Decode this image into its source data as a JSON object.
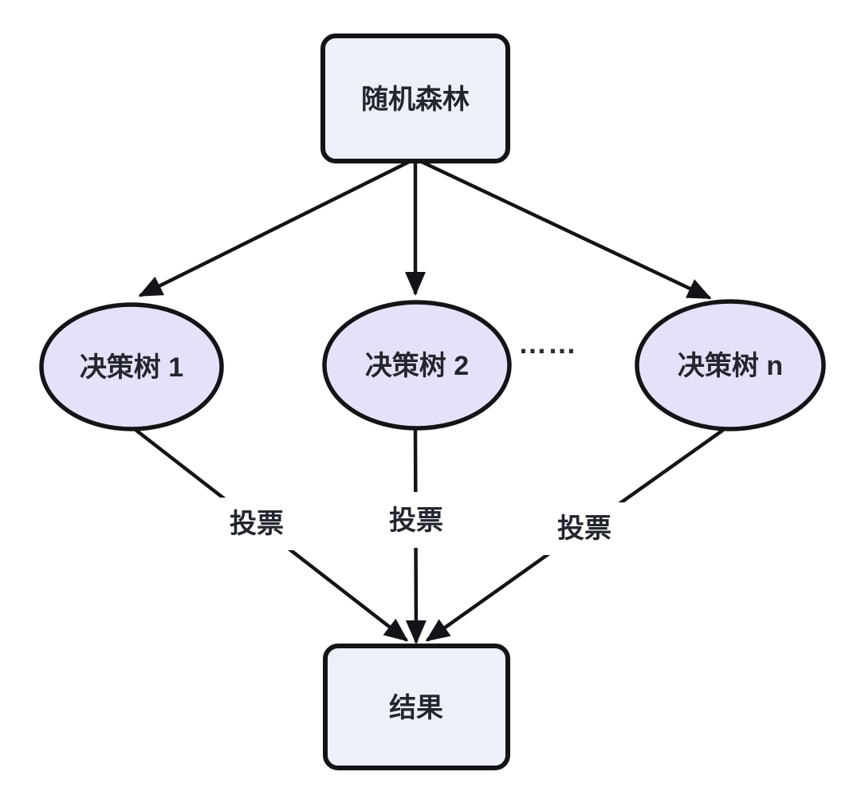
{
  "diagram": {
    "colors": {
      "background": "#ffffff",
      "node_box_fill": "#edf0f8",
      "node_ellipse_fill": "#e5e1f8",
      "node_border": "#141418",
      "edge_color": "#141418",
      "text_color": "#23262e"
    },
    "nodes": {
      "root": {
        "label": "随机森林",
        "shape": "rounded-rect"
      },
      "tree1": {
        "label": "决策树 1",
        "shape": "ellipse"
      },
      "tree2": {
        "label": "决策树 2",
        "shape": "ellipse"
      },
      "tree_n": {
        "label": "决策树 n",
        "shape": "ellipse"
      },
      "result": {
        "label": "结果",
        "shape": "rounded-rect"
      }
    },
    "edge_labels": {
      "vote_left": "投票",
      "vote_middle": "投票",
      "vote_right": "投票"
    },
    "ellipsis": "……"
  }
}
